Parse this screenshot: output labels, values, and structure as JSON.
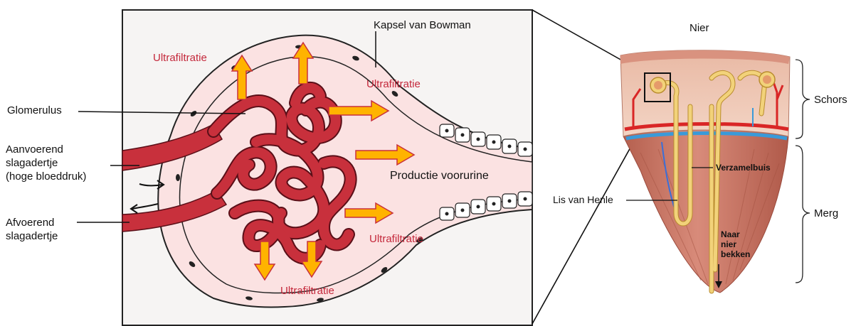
{
  "labels": {
    "glomerulus": "Glomerulus",
    "aanvoerend": "Aanvoerend\nslagadertje\n(hoge bloeddruk)",
    "afvoerend": "Afvoerend\nslagadertje",
    "kapsel": "Kapsel van Bowman",
    "ultrafiltratie_1": "Ultrafiltratie",
    "ultrafiltratie_2": "Ultrafiltratie",
    "ultrafiltratie_3": "Ultrafiltratie",
    "ultrafiltratie_4": "Ultrafiltratie",
    "productie": "Productie voorurine",
    "nier": "Nier",
    "schors": "Schors",
    "merg": "Merg",
    "lis": "Lis van Henle",
    "verzamelbuis": "Verzamelbuis",
    "naar": "Naar\nnier\nbekken"
  },
  "colors": {
    "vessel": "#c8303c",
    "vessel_light": "#e06a72",
    "arrow_fill": "#ffb300",
    "arrow_stroke": "#c8303c",
    "capsule_fill": "#fbe2e2",
    "medulla": "#c9786a",
    "cortex": "#efc6b4",
    "tubule": "#f2d27a",
    "label_red": "#c4283b"
  },
  "icons": [
    "arrow-right-icon",
    "arrow-left-icon"
  ]
}
